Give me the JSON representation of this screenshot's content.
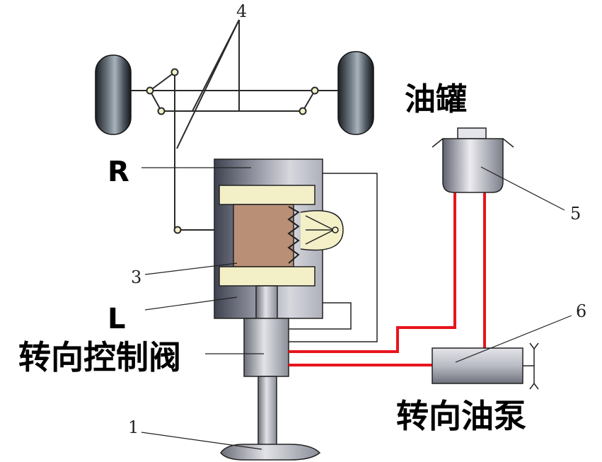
{
  "labels": {
    "right_chamber": "R",
    "left_chamber": "L",
    "control_valve": "转向控制阀",
    "reservoir": "油罐",
    "pump": "转向油泵",
    "callouts": {
      "n1": "1",
      "n3": "3",
      "n4": "4",
      "n5": "5",
      "n6": "6"
    }
  },
  "colors": {
    "oil_line": "#e8141c",
    "line": "#2a2a2a",
    "piston": "#b98f76"
  }
}
